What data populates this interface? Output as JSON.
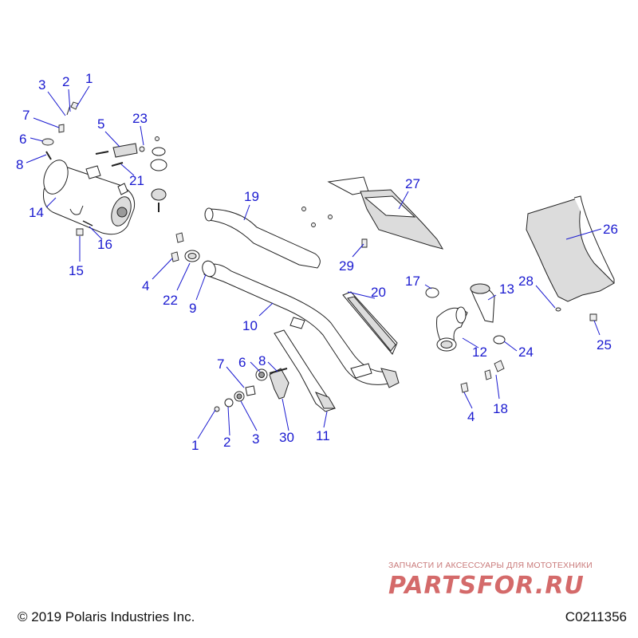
{
  "diagram": {
    "callouts": [
      "1",
      "2",
      "3",
      "7",
      "6",
      "8",
      "5",
      "23",
      "21",
      "14",
      "16",
      "15",
      "19",
      "27",
      "29",
      "4",
      "22",
      "9",
      "10",
      "20",
      "17",
      "13",
      "28",
      "26",
      "12",
      "24",
      "25",
      "18",
      "4",
      "7",
      "6",
      "8",
      "1",
      "2",
      "3",
      "30",
      "11"
    ]
  },
  "footer": {
    "copyright": "© 2019 Polaris Industries Inc.",
    "drawing_code": "C0211356"
  },
  "watermark": {
    "tagline": "ЗАПЧАСТИ И АКСЕССУАРЫ ДЛЯ МОТОТЕХНИКИ",
    "brand": "PARTSFOR.RU"
  }
}
